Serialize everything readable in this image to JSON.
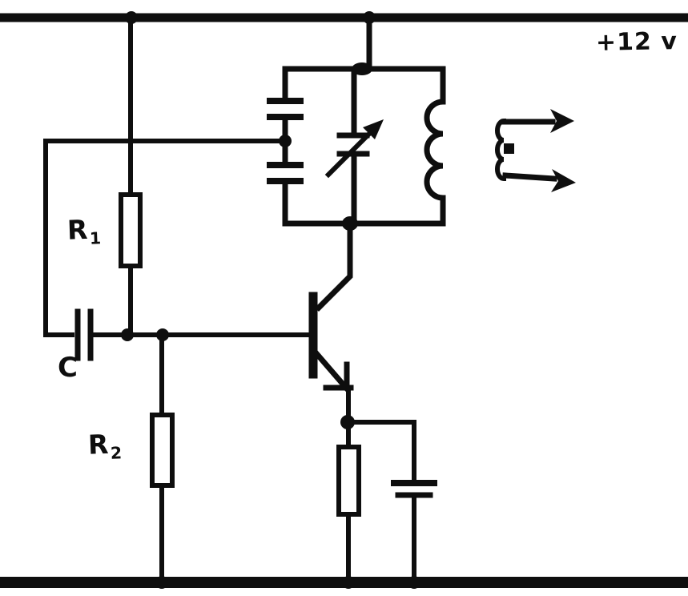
{
  "page": {
    "background": "#ffffff",
    "ink": "#0e0e0e"
  },
  "labels": {
    "supply_voltage": "+12 v",
    "r1": {
      "base": "R",
      "sub": "1"
    },
    "coupling_capacitor": "C",
    "r2": {
      "base": "R",
      "sub": "2"
    }
  },
  "components": [
    "supply-rail-plus-12v",
    "ground-rail",
    "resistor-R1",
    "resistor-R2",
    "coupling-capacitor-C",
    "tank-capacitor-upper",
    "tank-capacitor-lower",
    "variable-capacitor",
    "tank-inductor",
    "output-coupling-coil",
    "output-arrows",
    "npn-transistor",
    "emitter-resistor",
    "emitter-bypass-capacitor"
  ]
}
